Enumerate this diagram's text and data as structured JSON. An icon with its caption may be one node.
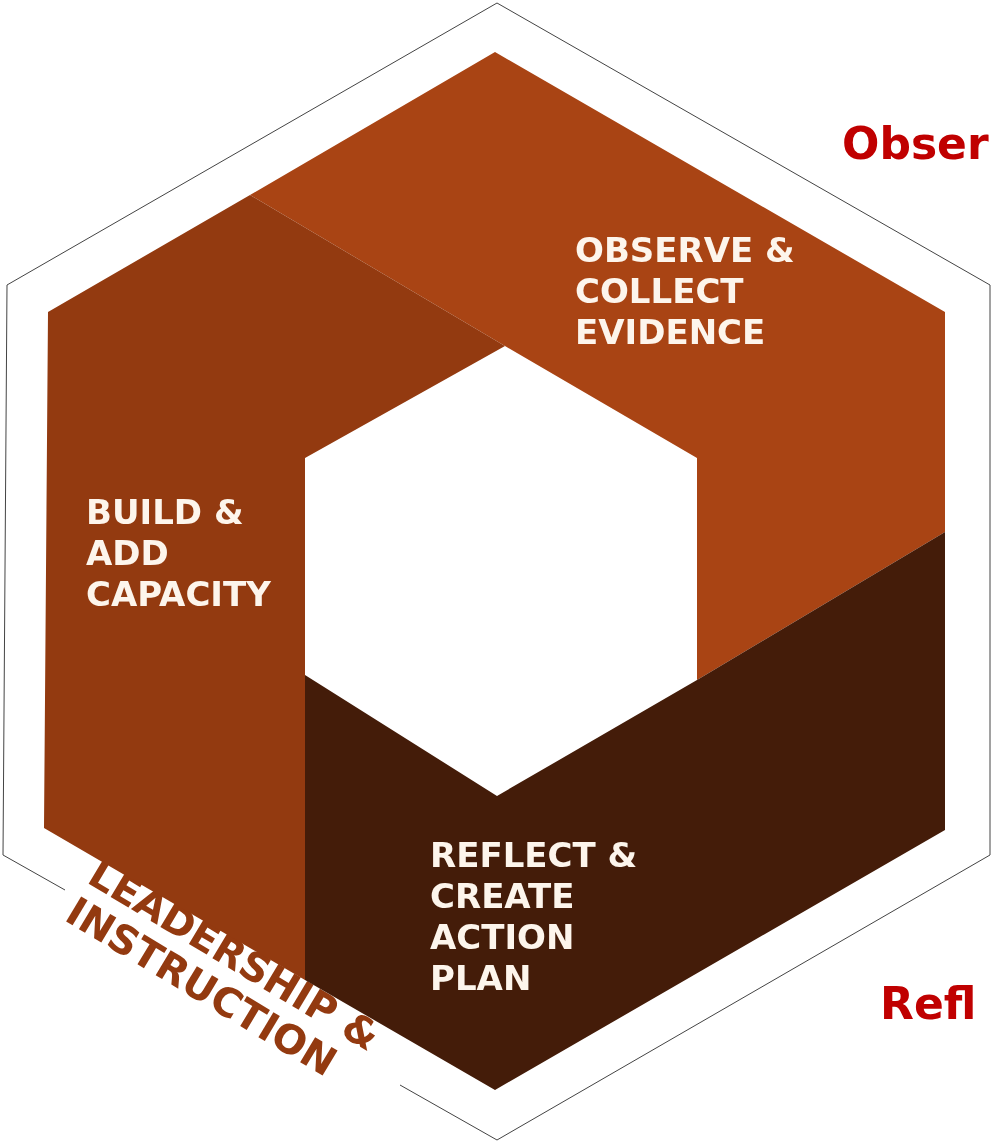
{
  "diagram": {
    "nodes": [
      {
        "text": [
          "LEADERSHIP & INSTRUCTION"
        ]
      },
      {
        "text": [
          "OBSERVE & COLLECT EVIDENCE"
        ],
        "in": 0
      },
      {
        "text": [
          "REFLECT & CREATE ACTION PLAN"
        ],
        "in": 0
      },
      {
        "text": [
          "BUILD & ADD CAPACITY"
        ],
        "in": 0
      }
    ],
    "edges": [],
    "labels": [
      "Obser",
      "Refl"
    ]
  }
}
